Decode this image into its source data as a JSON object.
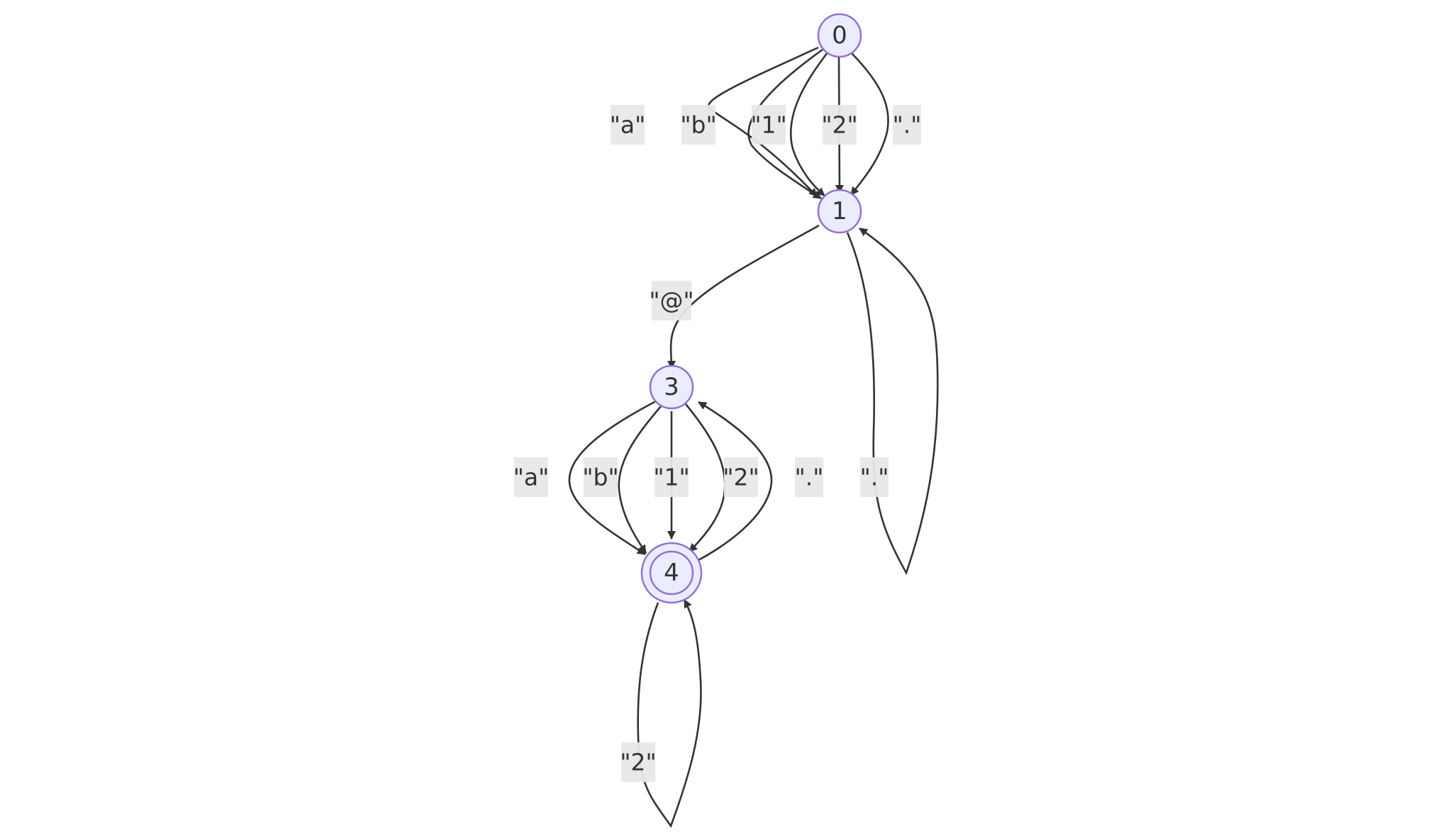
{
  "states": [
    {
      "id": "s0",
      "label": "0",
      "accepting": false
    },
    {
      "id": "s1",
      "label": "1",
      "accepting": false
    },
    {
      "id": "s3",
      "label": "3",
      "accepting": false
    },
    {
      "id": "s4",
      "label": "4",
      "accepting": true
    }
  ],
  "transitions": [
    {
      "from": "0",
      "to": "1",
      "label": "\"a\""
    },
    {
      "from": "0",
      "to": "1",
      "label": "\"b\""
    },
    {
      "from": "0",
      "to": "1",
      "label": "\"1\""
    },
    {
      "from": "0",
      "to": "1",
      "label": "\"2\""
    },
    {
      "from": "0",
      "to": "1",
      "label": "\".\""
    },
    {
      "from": "1",
      "to": "3",
      "label": "\"@\""
    },
    {
      "from": "1",
      "to": "1",
      "label": "\".\""
    },
    {
      "from": "3",
      "to": "4",
      "label": "\"a\""
    },
    {
      "from": "3",
      "to": "4",
      "label": "\"b\""
    },
    {
      "from": "3",
      "to": "4",
      "label": "\"1\""
    },
    {
      "from": "3",
      "to": "4",
      "label": "\"2\""
    },
    {
      "from": "4",
      "to": "3",
      "label": "\".\""
    },
    {
      "from": "4",
      "to": "4",
      "label": "\"2\""
    }
  ]
}
